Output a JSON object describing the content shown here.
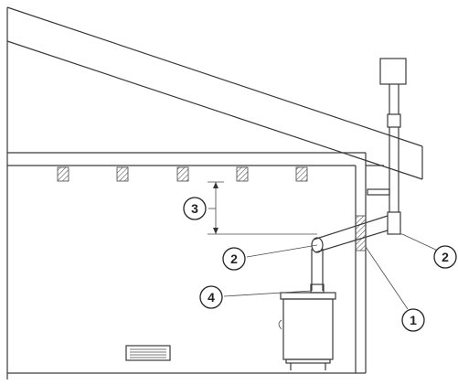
{
  "callouts": [
    {
      "id": "callout-1",
      "label": "1"
    },
    {
      "id": "callout-2-left",
      "label": "2"
    },
    {
      "id": "callout-2-right",
      "label": "2"
    },
    {
      "id": "callout-3",
      "label": "3"
    },
    {
      "id": "callout-4",
      "label": "4"
    }
  ],
  "colors": {
    "line": "#3a3a3a",
    "hatch": "#555555",
    "background": "#ffffff"
  }
}
